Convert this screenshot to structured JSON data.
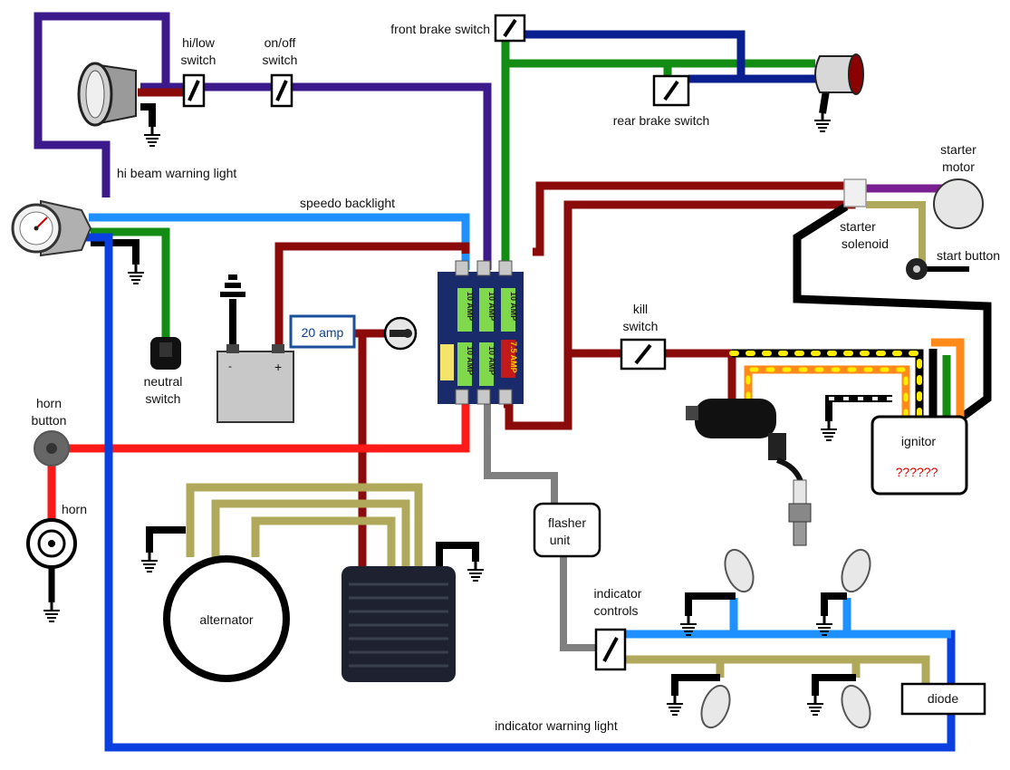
{
  "labels": {
    "hi_low_switch": [
      "hi/low",
      "switch"
    ],
    "on_off_switch": [
      "on/off",
      "switch"
    ],
    "front_brake_switch": "front brake switch",
    "rear_brake_switch": "rear brake switch",
    "hi_beam_warning_light": "hi beam warning light",
    "speedo_backlight": "speedo backlight",
    "starter_motor": [
      "starter",
      "motor"
    ],
    "starter_solenoid": [
      "starter",
      "solenoid"
    ],
    "start_button": "start button",
    "neutral_switch": [
      "neutral",
      "switch"
    ],
    "amp_20": "20 amp",
    "kill_switch": [
      "kill",
      "switch"
    ],
    "ignitor": "ignitor",
    "ignitor_note": "??????",
    "horn_button": [
      "horn",
      "button"
    ],
    "horn": "horn",
    "alternator": "alternator",
    "flasher_unit": [
      "flasher",
      "unit"
    ],
    "indicator_controls": [
      "indicator",
      "controls"
    ],
    "diode": "diode",
    "indicator_warning_light": "indicator warning light",
    "fuses": [
      "10 AMP",
      "10 AMP",
      "10 AMP",
      "7.5 AMP",
      "10 AMP",
      "10 AMP"
    ]
  },
  "colors": {
    "purple": "#3d1a8c",
    "green": "#128c12",
    "navy": "#0a1f8f",
    "dark_red": "#8b0a0a",
    "red": "#ff1a1a",
    "light_blue": "#1e90ff",
    "blue": "#0a3fe0",
    "olive": "#b0a85a",
    "grey": "#808080",
    "orange": "#ff8a1a",
    "yellow": "#ffee00",
    "black": "#000000"
  }
}
